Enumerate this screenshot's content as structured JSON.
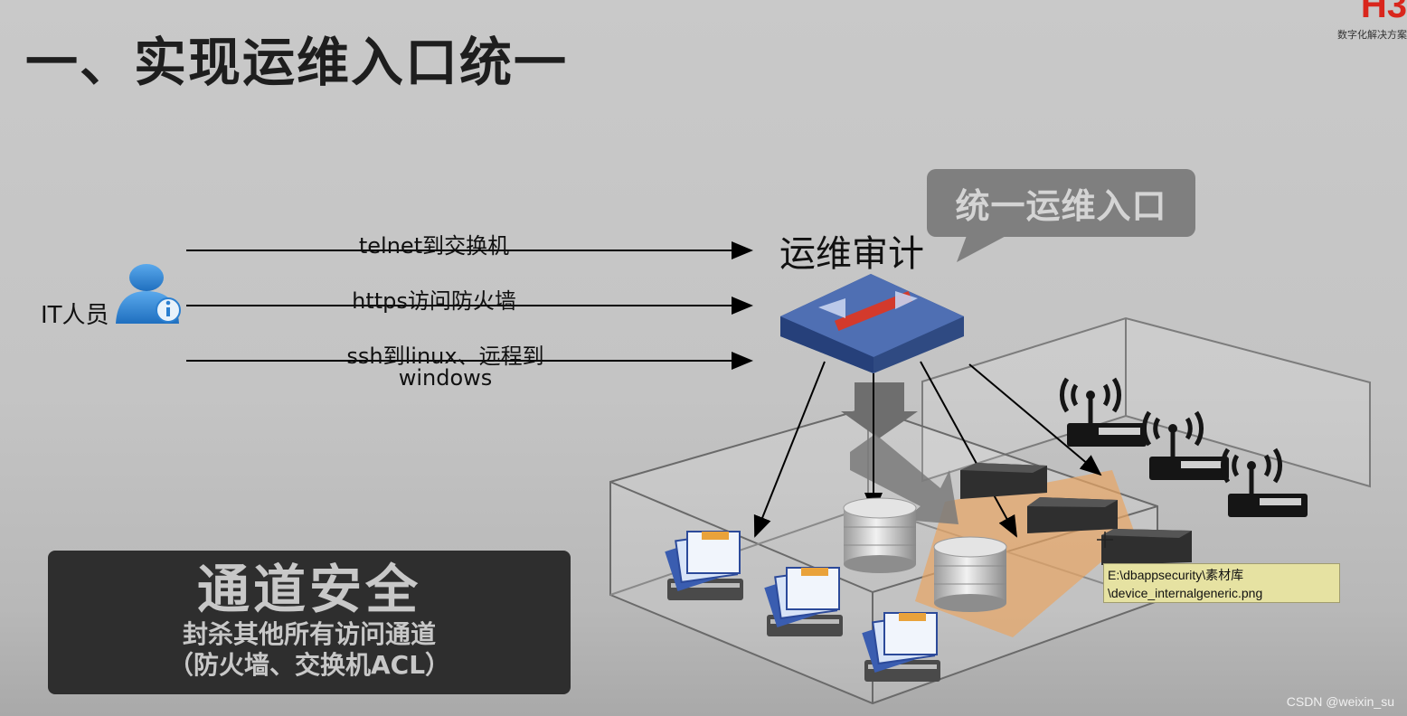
{
  "title": "一、实现运维入口统一",
  "logo": {
    "mark": "H3",
    "subtitle": "数字化解决方案"
  },
  "user": {
    "label": "IT人员",
    "icon": "user-info-icon"
  },
  "access_paths": [
    {
      "label": "telnet到交换机"
    },
    {
      "label": "https访问防火墙"
    },
    {
      "label": "ssh到linux、远程到",
      "label2": "windows"
    }
  ],
  "audit": {
    "label": "运维审计",
    "icon": "firewall-appliance-icon"
  },
  "callout": {
    "text": "统一运维入口"
  },
  "devices": {
    "servers": "server-icon",
    "databases": "database-icon",
    "wireless_routers": "wireless-router-icon",
    "switches": "switch-icon"
  },
  "tooltip": {
    "line1": "E:\\dbappsecurity\\素材库",
    "line2": "\\device_internalgeneric.png"
  },
  "safety": {
    "title": "通道安全",
    "line1": "封杀其他所有访问通道",
    "line2": "（防火墙、交换机ACL）"
  },
  "watermark": "CSDN @weixin_su",
  "colors": {
    "background": "#c6c6c6",
    "dark_box": "#2e2e2e",
    "callout": "#7f7f7f",
    "audit_device": "#3d5a99",
    "accent_red": "#d9261c"
  }
}
